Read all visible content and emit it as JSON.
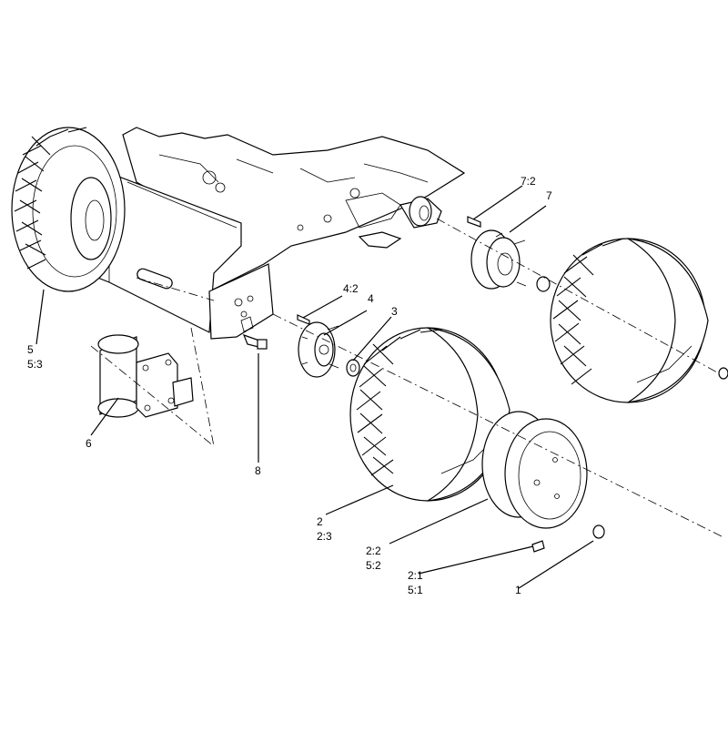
{
  "callouts": [
    {
      "id": "c1",
      "lines": [
        "1"
      ]
    },
    {
      "id": "c2",
      "lines": [
        "2",
        "2:3"
      ]
    },
    {
      "id": "c3",
      "lines": [
        "3"
      ]
    },
    {
      "id": "c4",
      "lines": [
        "4"
      ]
    },
    {
      "id": "c42",
      "lines": [
        "4:2"
      ]
    },
    {
      "id": "c5",
      "lines": [
        "5",
        "5:3"
      ]
    },
    {
      "id": "c6",
      "lines": [
        "6"
      ]
    },
    {
      "id": "c7",
      "lines": [
        "7"
      ]
    },
    {
      "id": "c72",
      "lines": [
        "7:2"
      ]
    },
    {
      "id": "c8",
      "lines": [
        "8"
      ]
    },
    {
      "id": "c22",
      "lines": [
        "2:2",
        "5:2"
      ]
    },
    {
      "id": "c21",
      "lines": [
        "2:1",
        "5:1"
      ]
    }
  ]
}
